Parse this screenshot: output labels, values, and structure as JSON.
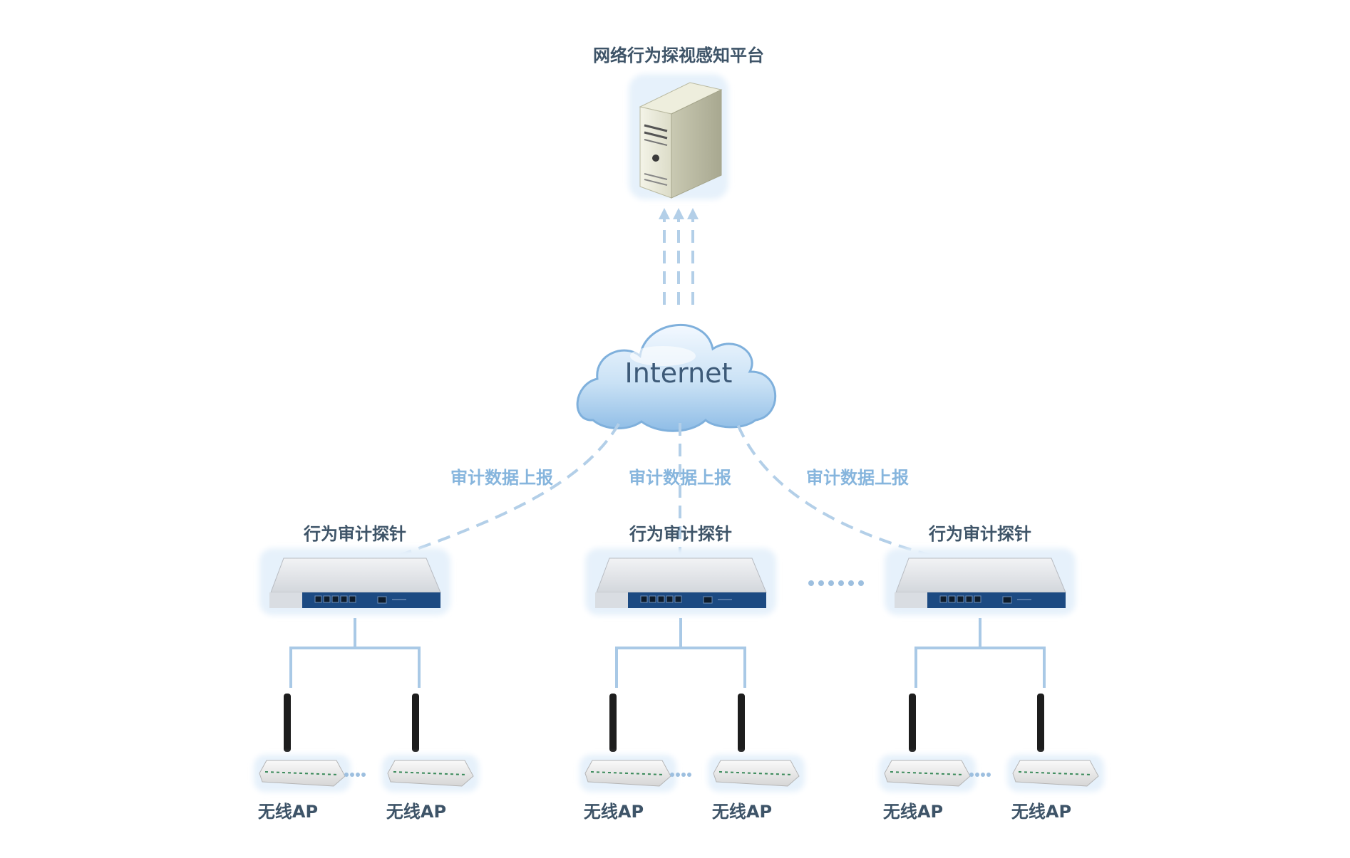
{
  "platform": {
    "label": "网络行为探视感知平台",
    "icon": "server-icon"
  },
  "cloud": {
    "label": "Internet",
    "icon": "cloud-icon"
  },
  "uplinks": [
    {
      "label": "审计数据上报"
    },
    {
      "label": "审计数据上报"
    },
    {
      "label": "审计数据上报"
    }
  ],
  "probes": [
    {
      "label": "行为审计探针",
      "icon": "appliance-icon",
      "aps": [
        {
          "label": "无线AP",
          "icon": "wireless-router-icon"
        },
        {
          "label": "无线AP",
          "icon": "wireless-router-icon"
        }
      ]
    },
    {
      "label": "行为审计探针",
      "icon": "appliance-icon",
      "aps": [
        {
          "label": "无线AP",
          "icon": "wireless-router-icon"
        },
        {
          "label": "无线AP",
          "icon": "wireless-router-icon"
        }
      ]
    },
    {
      "label": "行为审计探针",
      "icon": "appliance-icon",
      "aps": [
        {
          "label": "无线AP",
          "icon": "wireless-router-icon"
        },
        {
          "label": "无线AP",
          "icon": "wireless-router-icon"
        }
      ]
    }
  ],
  "colors": {
    "label_dark": "#3e5468",
    "label_blue": "#86b5dd",
    "link": "#b3cfe8",
    "tree": "#a9c9e6"
  }
}
